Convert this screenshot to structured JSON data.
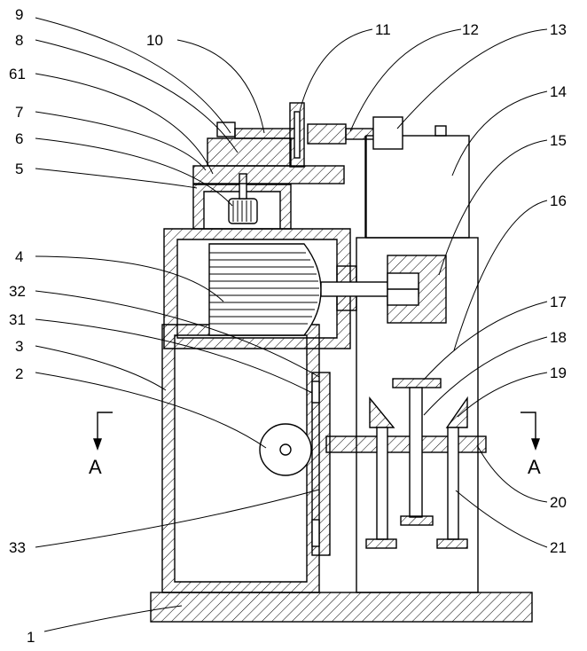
{
  "figure": {
    "stroke_color": "#000000",
    "background": "#ffffff",
    "section_marker": "A",
    "labels": [
      "1",
      "2",
      "3",
      "4",
      "5",
      "6",
      "61",
      "7",
      "8",
      "9",
      "10",
      "11",
      "12",
      "13",
      "14",
      "15",
      "16",
      "17",
      "18",
      "19",
      "20",
      "21",
      "31",
      "32",
      "33"
    ]
  }
}
